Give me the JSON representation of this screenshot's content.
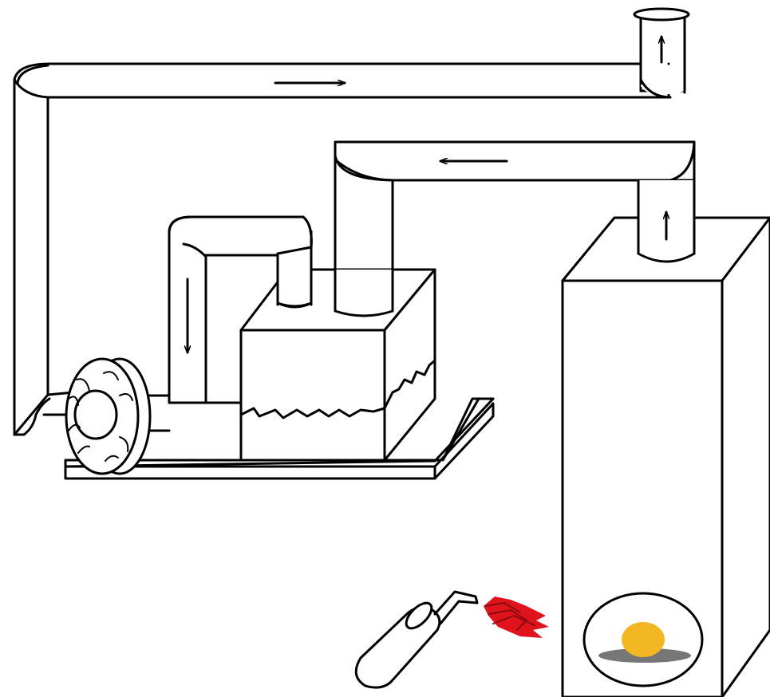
{
  "diagram": {
    "colors": {
      "line": "#000000",
      "background": "#ffffff",
      "flame": "#e0131c",
      "flame_dark": "#8a0b10",
      "heat_glow": "#f2b722",
      "ash": "#777777"
    },
    "flow_arrows": [
      {
        "location": "top-exhaust-duct",
        "direction": "right"
      },
      {
        "location": "chimney-outlet",
        "direction": "up"
      },
      {
        "location": "middle-duct",
        "direction": "left"
      },
      {
        "location": "tower-riser",
        "direction": "up"
      },
      {
        "location": "fan-feed-pipe",
        "direction": "down"
      }
    ],
    "components": [
      "chimney-outlet",
      "top-exhaust-duct",
      "left-return-duct",
      "centrifugal-fan",
      "fan-feed-pipe",
      "scrubber-tank",
      "base-platform",
      "furnace-tower",
      "heat-chamber",
      "gas-torch",
      "torch-flame"
    ]
  }
}
